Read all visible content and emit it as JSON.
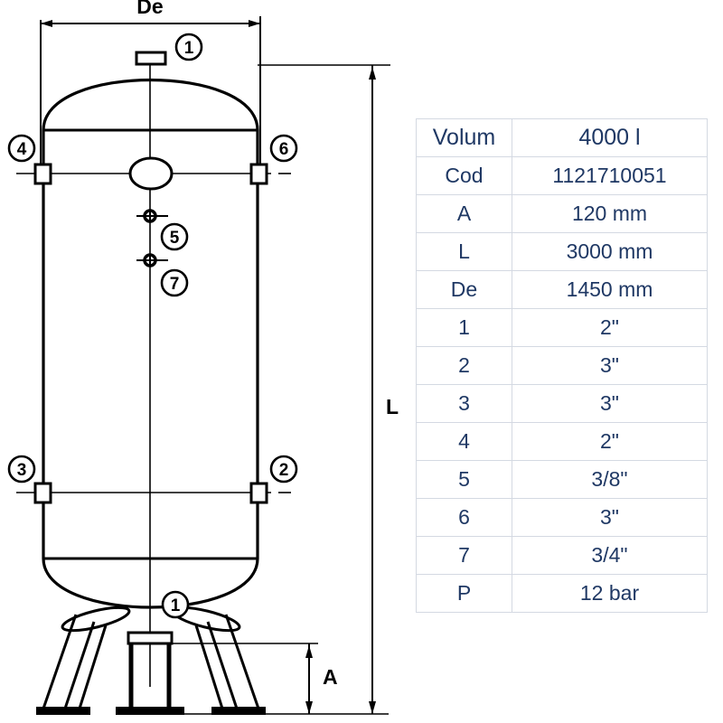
{
  "drawing": {
    "dimension_labels": {
      "diameter": "De",
      "length": "L",
      "leg_height": "A"
    },
    "callouts": [
      {
        "id": "top-nozzle",
        "label": "1"
      },
      {
        "id": "left-upper-flange",
        "label": "4"
      },
      {
        "id": "right-upper-flange",
        "label": "6"
      },
      {
        "id": "mid-upper-port",
        "label": "5"
      },
      {
        "id": "mid-lower-port",
        "label": "7"
      },
      {
        "id": "left-lower-flange",
        "label": "3"
      },
      {
        "id": "right-lower-flange",
        "label": "2"
      },
      {
        "id": "bottom-drain",
        "label": "1"
      }
    ]
  },
  "spec_table": {
    "text_color": "#1f3864",
    "border_color": "#d4d9e2",
    "rows": [
      {
        "key": "Volum",
        "value": "4000 l"
      },
      {
        "key": "Cod",
        "value": "1121710051"
      },
      {
        "key": "A",
        "value": "120 mm"
      },
      {
        "key": "L",
        "value": "3000 mm"
      },
      {
        "key": "De",
        "value": "1450 mm"
      },
      {
        "key": "1",
        "value": "2\""
      },
      {
        "key": "2",
        "value": "3\""
      },
      {
        "key": "3",
        "value": "3\""
      },
      {
        "key": "4",
        "value": "2\""
      },
      {
        "key": "5",
        "value": "3/8\""
      },
      {
        "key": "6",
        "value": "3\""
      },
      {
        "key": "7",
        "value": "3/4\""
      },
      {
        "key": "P",
        "value": "12 bar"
      }
    ]
  }
}
